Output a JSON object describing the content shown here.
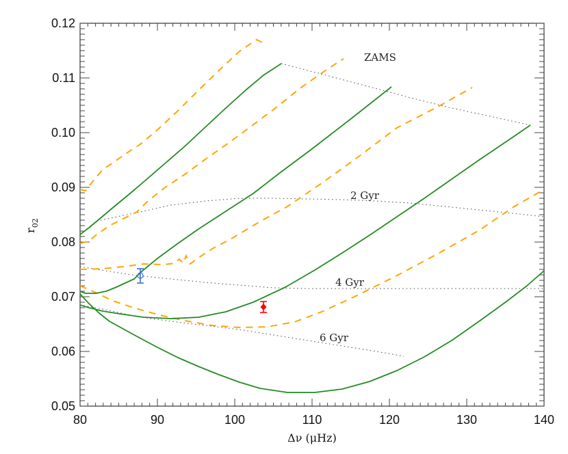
{
  "chart_data": {
    "type": "line",
    "title": "",
    "xlabel": "Δν (μHz)",
    "ylabel": "r02",
    "ylabel_main": "r",
    "ylabel_sub": "02",
    "xlim": [
      80,
      140
    ],
    "ylim": [
      0.05,
      0.12
    ],
    "xticks": [
      "80",
      "90",
      "100",
      "110",
      "120",
      "130",
      "140"
    ],
    "yticks": [
      "0.05",
      "0.06",
      "0.07",
      "0.08",
      "0.09",
      "0.10",
      "0.11",
      "0.12"
    ],
    "grid": false,
    "legend": null,
    "series": [
      {
        "name": "track-1-solid",
        "style": "solid",
        "color": "#228b22",
        "x": [
          80,
          82,
          85,
          88,
          93,
          100,
          106.2
        ],
        "y": [
          0.0811,
          0.0825,
          0.0852,
          0.088,
          0.0925,
          0.0993,
          0.1134
        ]
      },
      {
        "name": "track-2-solid",
        "style": "solid",
        "color": "#228b22",
        "x": [
          80,
          82.4,
          85.5,
          88,
          95,
          100,
          106,
          112,
          120.2
        ],
        "y": [
          0.071,
          0.0706,
          0.0718,
          0.0738,
          0.0795,
          0.0835,
          0.088,
          0.093,
          0.1086
        ]
      },
      {
        "name": "track-3-solid",
        "style": "solid",
        "color": "#228b22",
        "x": [
          80,
          85,
          92,
          100,
          107,
          115,
          125,
          133,
          138.2
        ],
        "y": [
          0.069,
          0.0674,
          0.066,
          0.0662,
          0.0697,
          0.077,
          0.0855,
          0.094,
          0.1021
        ]
      },
      {
        "name": "track-4-solid",
        "style": "solid",
        "color": "#228b22",
        "x": [
          80,
          84,
          90,
          100,
          107,
          115,
          125,
          132,
          140
        ],
        "y": [
          0.0712,
          0.066,
          0.0615,
          0.0545,
          0.0522,
          0.0528,
          0.058,
          0.063,
          0.0745
        ]
      },
      {
        "name": "track-1-dashed",
        "style": "dashed",
        "color": "#ffa500",
        "x": [
          80,
          83,
          87,
          92,
          98,
          103.5
        ],
        "y": [
          0.0893,
          0.0915,
          0.0948,
          0.0988,
          0.1075,
          0.1168
        ]
      },
      {
        "name": "track-2-dashed",
        "style": "dashed",
        "color": "#ffa500",
        "x": [
          80,
          83,
          87,
          88,
          95,
          100,
          108,
          114.3
        ],
        "y": [
          0.08,
          0.0818,
          0.0843,
          0.085,
          0.0915,
          0.096,
          0.1035,
          0.114
        ]
      },
      {
        "name": "track-3-dashed",
        "style": "dashed",
        "color": "#ffa500",
        "x": [
          80,
          86,
          92,
          95,
          96,
          100,
          110,
          120,
          130.7
        ],
        "y": [
          0.0748,
          0.0753,
          0.076,
          0.077,
          0.0765,
          0.08,
          0.086,
          0.095,
          0.1085
        ]
      },
      {
        "name": "track-4-dashed",
        "style": "dashed",
        "color": "#ffa500",
        "x": [
          80,
          86,
          92,
          100,
          105,
          112,
          120,
          130,
          140
        ],
        "y": [
          0.0722,
          0.068,
          0.0658,
          0.0647,
          0.0645,
          0.0662,
          0.071,
          0.079,
          0.0897
        ]
      }
    ],
    "isochrones": [
      {
        "label": "ZAMS",
        "x": [
          106.2,
          120,
          131.7,
          138.2
        ],
        "y": [
          0.1134,
          0.109,
          0.105,
          0.1021
        ]
      },
      {
        "label": "2 Gyr",
        "x": [
          82.7,
          90,
          100,
          110,
          120,
          130,
          140
        ],
        "y": [
          0.0838,
          0.0856,
          0.0875,
          0.0879,
          0.0874,
          0.0862,
          0.0847
        ]
      },
      {
        "label": "4 Gyr",
        "x": [
          80,
          90,
          100,
          110,
          120,
          140
        ],
        "y": [
          0.0755,
          0.0737,
          0.0726,
          0.0716,
          0.0715,
          0.0715
        ]
      },
      {
        "label": "6 Gyr",
        "x": [
          80,
          90,
          100,
          110,
          121.8
        ],
        "y": [
          0.0685,
          0.0668,
          0.065,
          0.0625,
          0.059
        ]
      }
    ],
    "points": [
      {
        "name": "blue-star",
        "x": 87.8,
        "y": 0.0739,
        "yerr": 0.0013,
        "color": "#3a6fd8",
        "marker": "open-circle"
      },
      {
        "name": "red-star",
        "x": 103.7,
        "y": 0.0681,
        "yerr": 0.001,
        "color": "#ff0000",
        "marker": "filled-diamond"
      }
    ],
    "annotations": [
      {
        "text": "ZAMS",
        "x": 117,
        "y": 0.1095
      },
      {
        "text": "2 Gyr",
        "x": 115.5,
        "y": 0.088
      },
      {
        "text": "4 Gyr",
        "x": 113.5,
        "y": 0.0715
      },
      {
        "text": "6 Gyr",
        "x": 111.5,
        "y": 0.0612
      }
    ]
  }
}
